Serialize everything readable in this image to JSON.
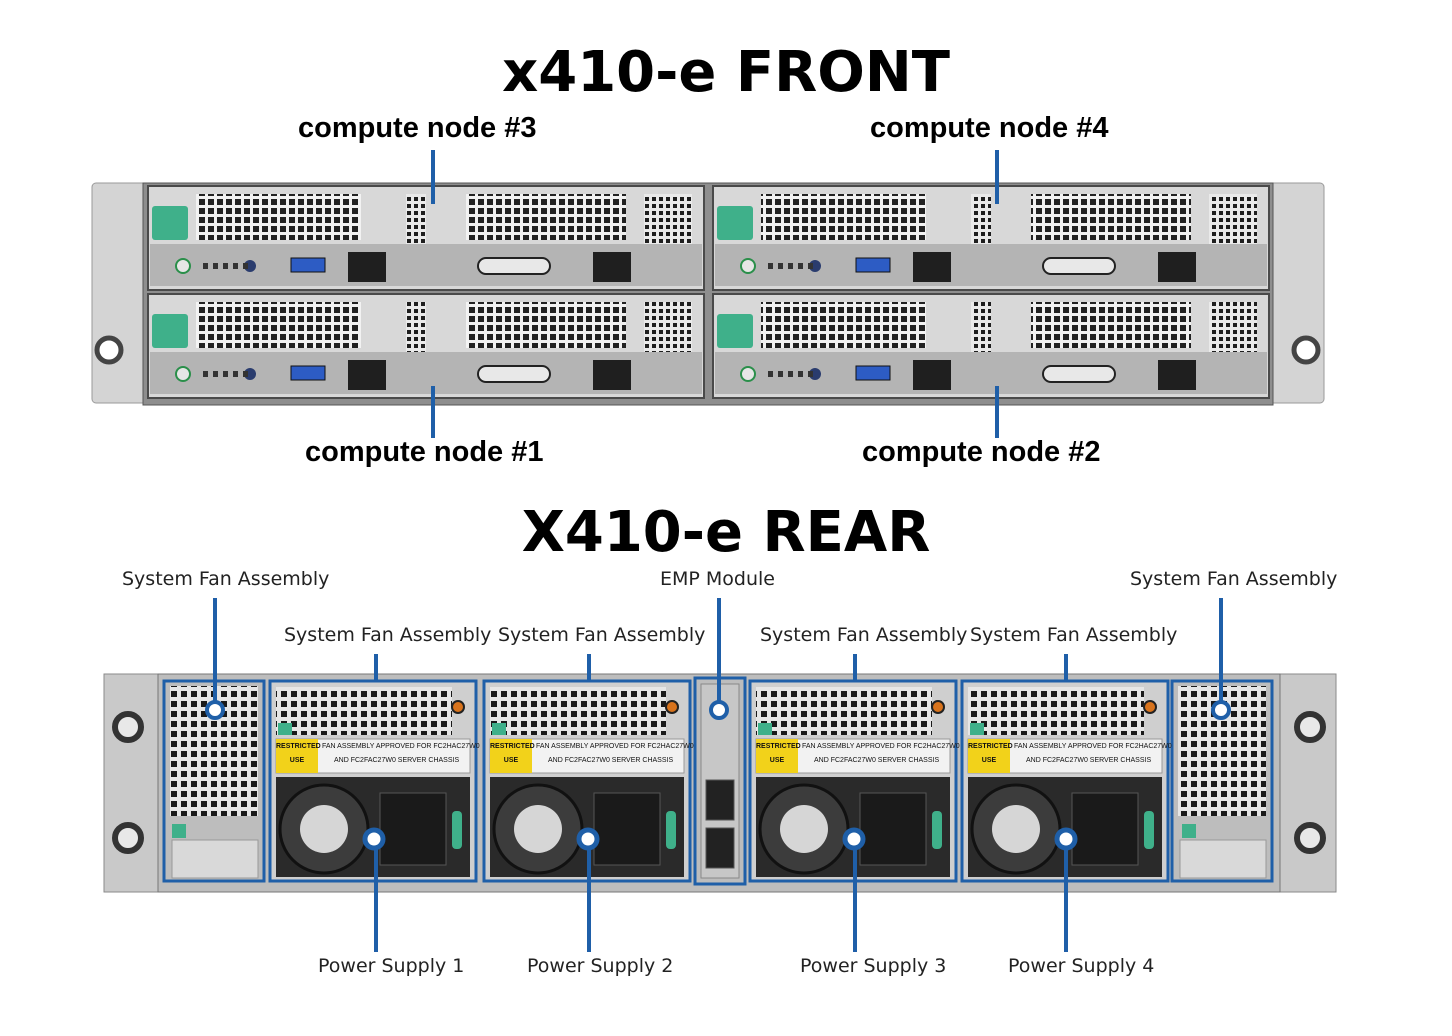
{
  "front": {
    "title": "x410-e FRONT",
    "node3": "compute node #3",
    "node4": "compute node #4",
    "node1": "compute node #1",
    "node2": "compute node #2"
  },
  "rear": {
    "title": "X410-e REAR",
    "fan_left": "System Fan Assembly",
    "fan_right": "System Fan Assembly",
    "fan_a": "System Fan Assembly",
    "fan_b": "System Fan Assembly",
    "fan_c": "System Fan Assembly",
    "fan_d": "System Fan Assembly",
    "emp": "EMP Module",
    "psu1": "Power Supply 1",
    "psu2": "Power Supply 2",
    "psu3": "Power Supply 3",
    "psu4": "Power Supply 4",
    "sticker_restricted": "RESTRICTED",
    "sticker_use": "USE",
    "sticker_line1": "FAN ASSEMBLY APPROVED FOR FC2HAC27W0",
    "sticker_line2": "AND FC2FAC27W0 SERVER CHASSIS"
  },
  "colors": {
    "callout": "#1f5fa8",
    "chassis": "#b9b9b9",
    "latch": "#3fb08a",
    "sticker_yellow": "#f2d21a"
  }
}
